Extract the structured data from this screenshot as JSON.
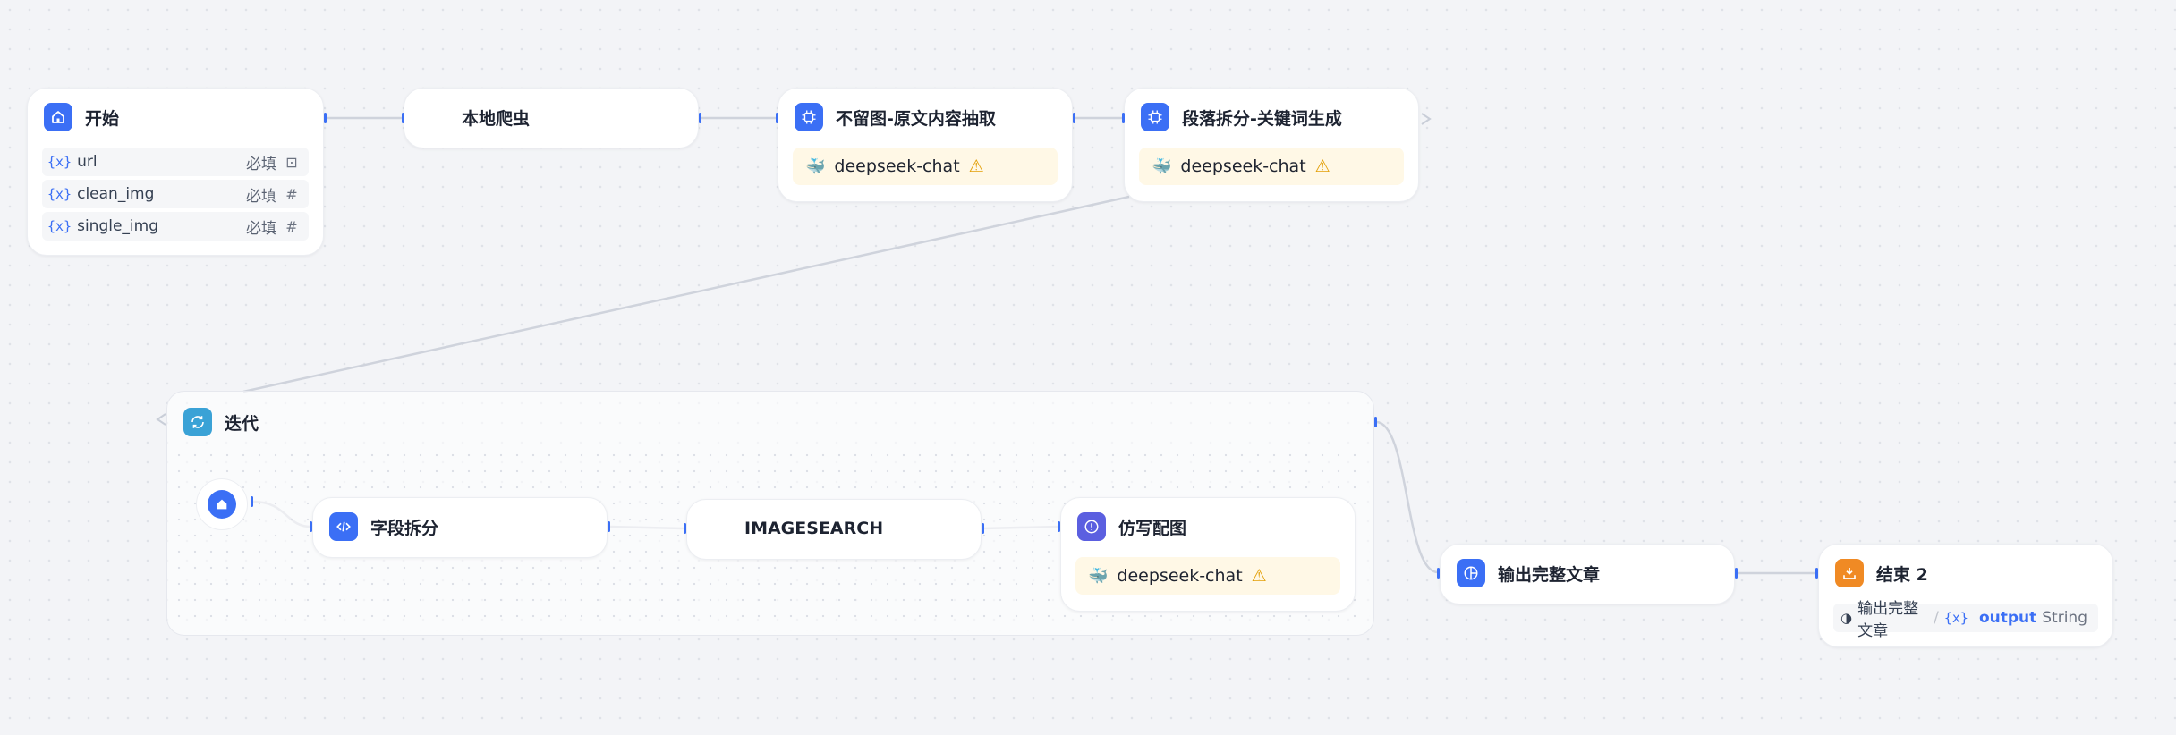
{
  "nodes": {
    "start": {
      "title": "开始",
      "variables": [
        {
          "name": "url",
          "required": "必填",
          "type_icon": "text-field-icon",
          "type_glyph": "⊡"
        },
        {
          "name": "clean_img",
          "required": "必填",
          "type_icon": "number-icon",
          "type_glyph": "#"
        },
        {
          "name": "single_img",
          "required": "必填",
          "type_icon": "number-icon",
          "type_glyph": "#"
        }
      ],
      "var_prefix": "{x}"
    },
    "crawler": {
      "title": "本地爬虫"
    },
    "extract": {
      "title": "不留图-原文内容抽取",
      "model": "deepseek-chat"
    },
    "split_keywords": {
      "title": "段落拆分-关键词生成",
      "model": "deepseek-chat"
    },
    "iteration": {
      "title": "迭代"
    },
    "field_split": {
      "title": "字段拆分"
    },
    "imagesearch": {
      "title": "IMAGESEARCH"
    },
    "imitate": {
      "title": "仿写配图",
      "model": "deepseek-chat"
    },
    "output_article": {
      "title": "输出完整文章"
    },
    "end": {
      "title": "结束 2",
      "output": {
        "source": "输出完整文章",
        "prefix": "{x}",
        "var": "output",
        "type": "String"
      }
    }
  },
  "colors": {
    "accent": "#3b6ff5",
    "iteration": "#3aa2d6",
    "indigo": "#5b5fe0",
    "end": "#f08a24",
    "warn": "#e3a008",
    "model_bg": "#fff8e6"
  }
}
